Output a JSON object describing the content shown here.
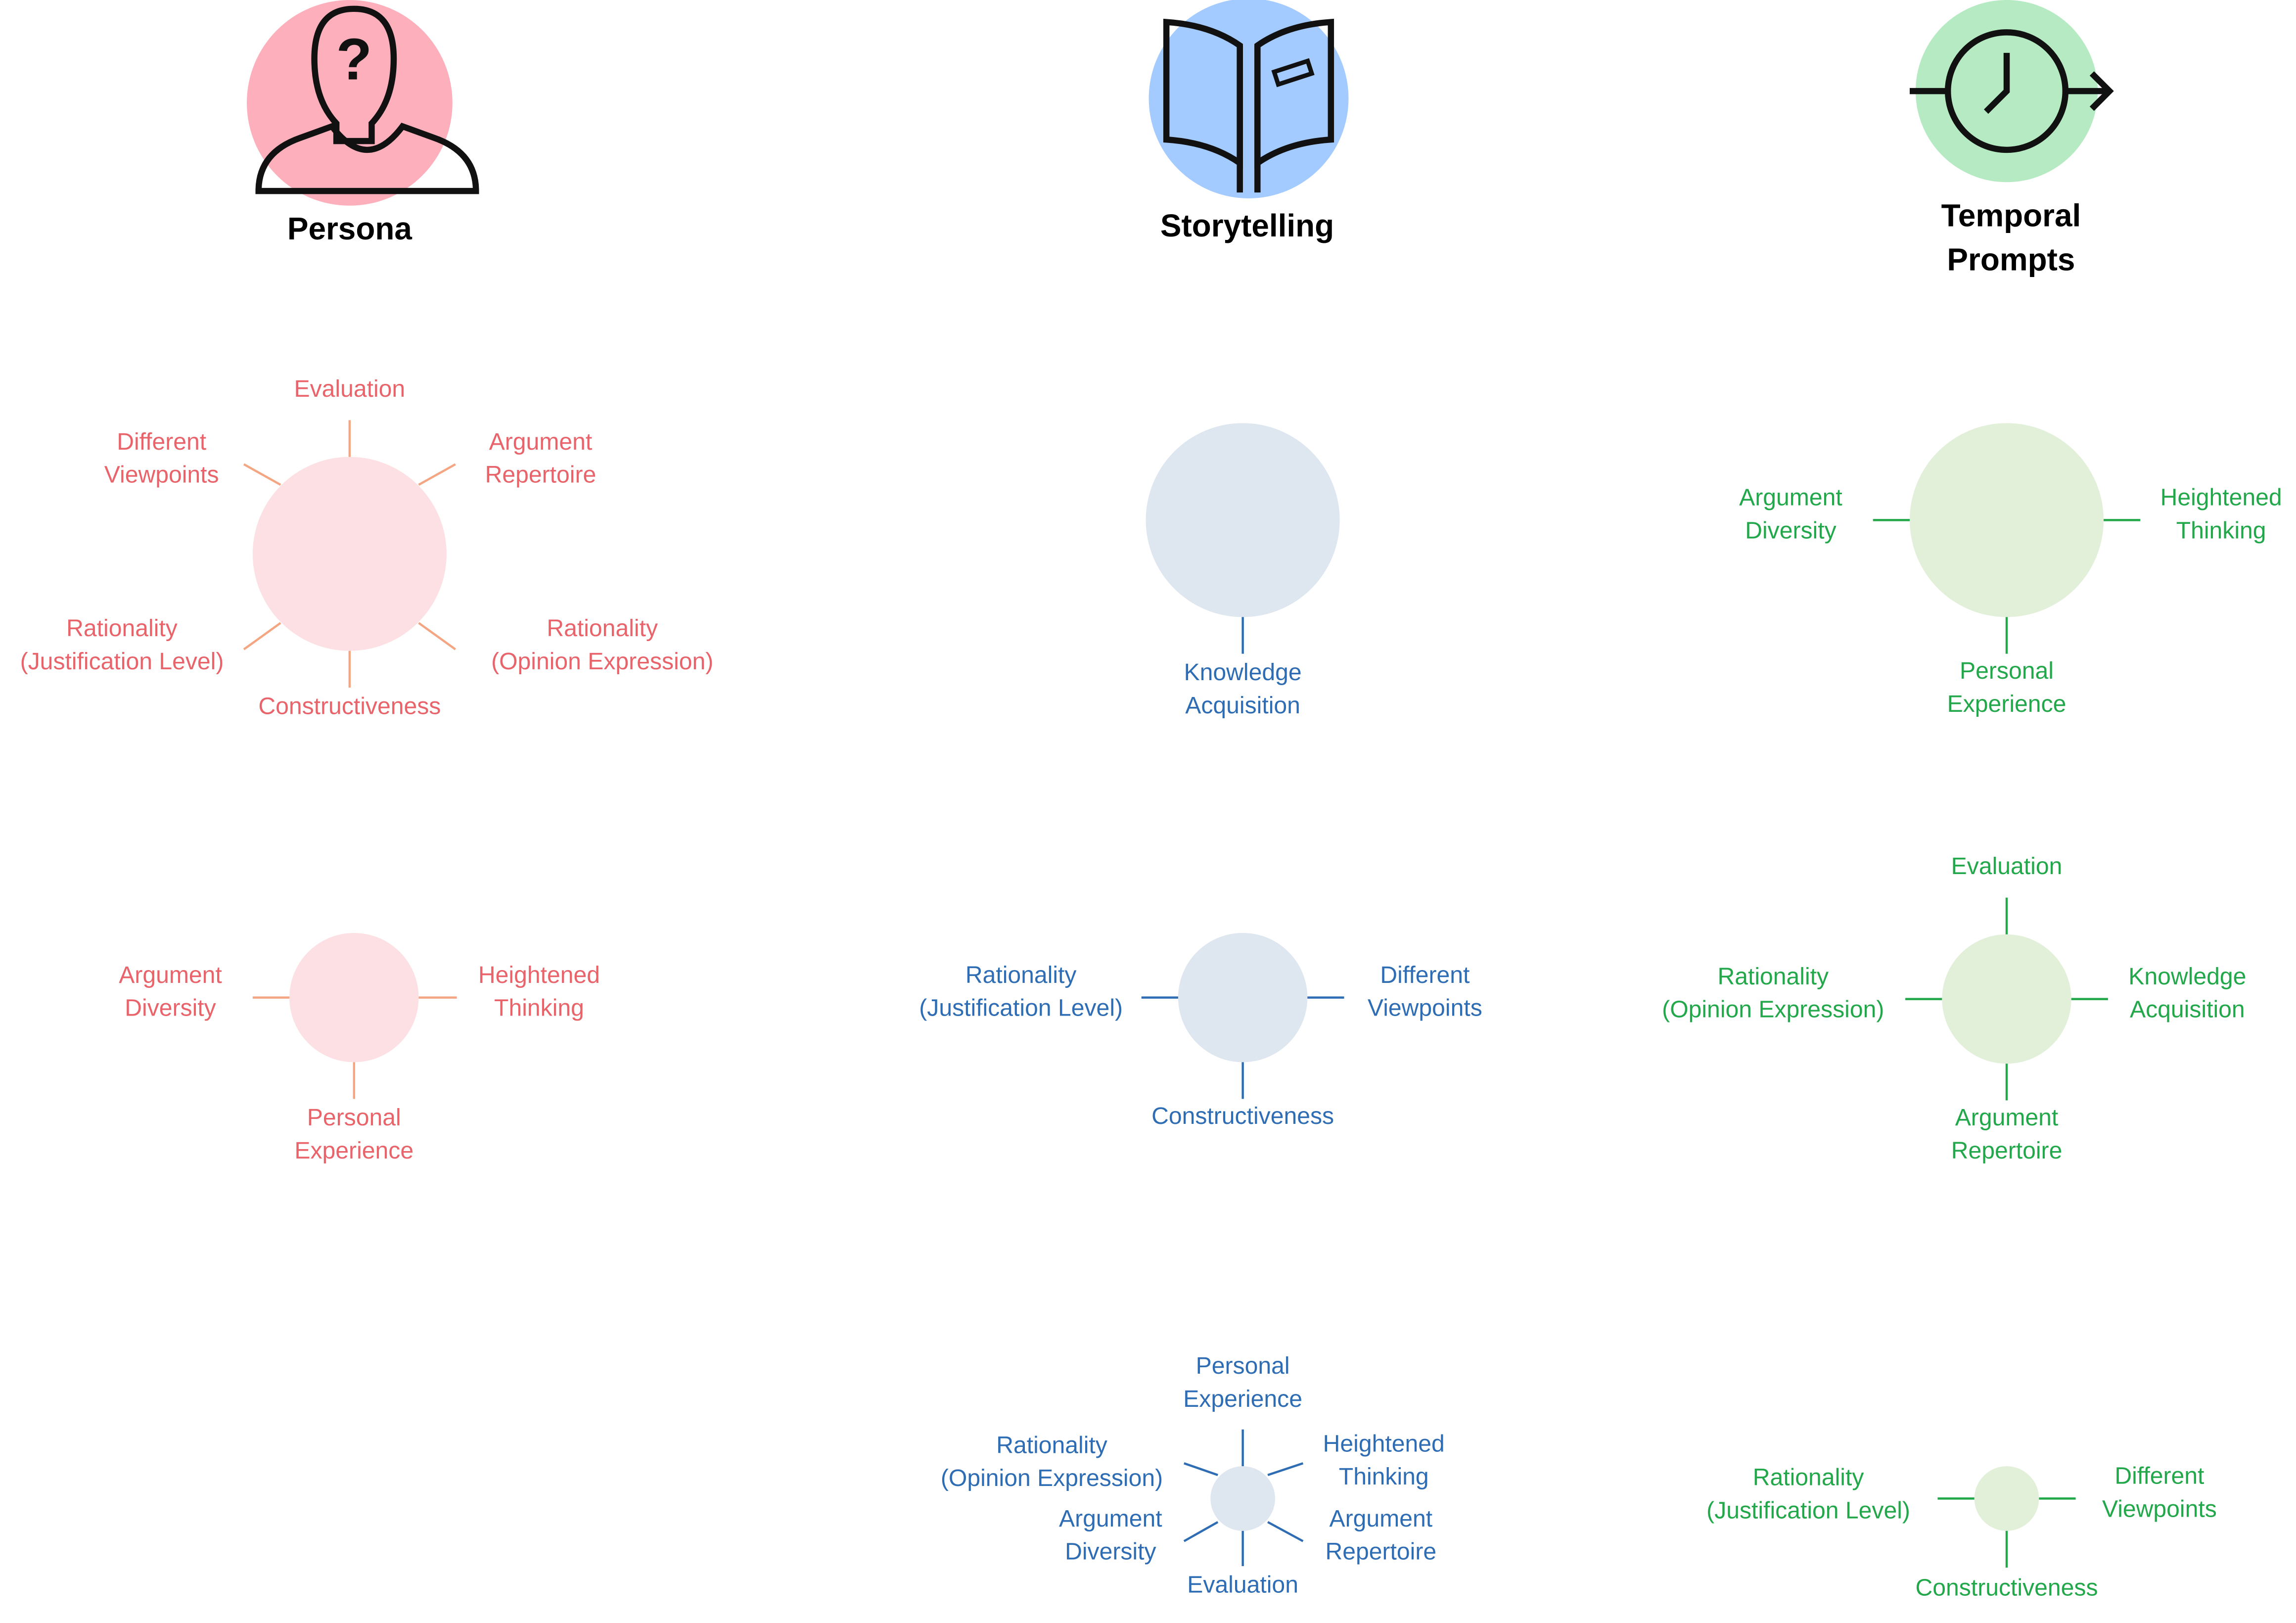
{
  "colors": {
    "persona": {
      "text": "#e8636a",
      "line": "#f4a582",
      "node": "#fde0e3",
      "icon_bg": "#fdb0bc"
    },
    "storytelling": {
      "text": "#2e6db4",
      "line": "#2e6db4",
      "node": "#dee6ef",
      "icon_bg": "#a3cbff"
    },
    "temporal": {
      "text": "#22a84a",
      "line": "#22a84a",
      "node": "#e2f0d9",
      "icon_bg": "#b5eac2"
    },
    "icon_stroke": "#111111",
    "title": "#000000"
  },
  "columns": [
    {
      "key": "persona",
      "icon": "person-question-icon",
      "title": [
        "Persona"
      ],
      "clusters": [
        {
          "labels": [
            [
              "Evaluation"
            ],
            [
              "Argument",
              "Repertoire"
            ],
            [
              "Rationality",
              "(Opinion Expression)"
            ],
            [
              "Constructiveness"
            ],
            [
              "Rationality",
              "(Justification Level)"
            ],
            [
              "Different",
              "Viewpoints"
            ]
          ]
        },
        {
          "labels": [
            [
              "Heightened",
              "Thinking"
            ],
            [
              "Personal",
              "Experience"
            ],
            [
              "Argument",
              "Diversity"
            ]
          ]
        }
      ]
    },
    {
      "key": "storytelling",
      "icon": "open-book-icon",
      "title": [
        "Storytelling"
      ],
      "clusters": [
        {
          "labels": [
            [
              "Knowledge",
              "Acquisition"
            ]
          ]
        },
        {
          "labels": [
            [
              "Different",
              "Viewpoints"
            ],
            [
              "Constructiveness"
            ],
            [
              "Rationality",
              "(Justification Level)"
            ]
          ]
        },
        {
          "labels": [
            [
              "Personal",
              "Experience"
            ],
            [
              "Heightened",
              "Thinking"
            ],
            [
              "Argument",
              "Repertoire"
            ],
            [
              "Evaluation"
            ],
            [
              "Argument",
              "Diversity"
            ],
            [
              "Rationality",
              "(Opinion Expression)"
            ]
          ]
        }
      ]
    },
    {
      "key": "temporal",
      "icon": "clock-arrow-icon",
      "title": [
        "Temporal",
        "Prompts"
      ],
      "clusters": [
        {
          "labels": [
            [
              "Heightened",
              "Thinking"
            ],
            [
              "Personal",
              "Experience"
            ],
            [
              "Argument",
              "Diversity"
            ]
          ]
        },
        {
          "labels": [
            [
              "Evaluation"
            ],
            [
              "Knowledge",
              "Acquisition"
            ],
            [
              "Argument",
              "Repertoire"
            ],
            [
              "Rationality",
              "(Opinion Expression)"
            ]
          ]
        },
        {
          "labels": [
            [
              "Different",
              "Viewpoints"
            ],
            [
              "Constructiveness"
            ],
            [
              "Rationality",
              "(Justification Level)"
            ]
          ]
        }
      ]
    }
  ]
}
